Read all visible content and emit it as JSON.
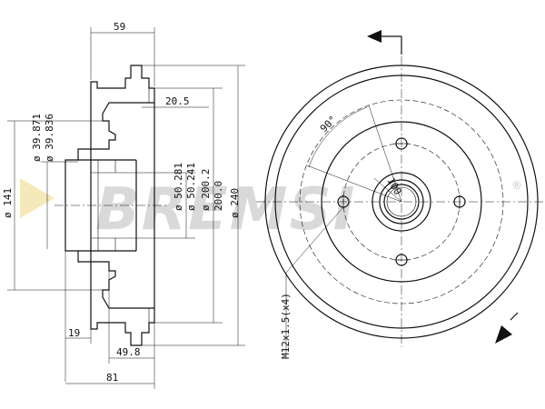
{
  "brand": "BREMSI",
  "brand_mark": "®",
  "watermark_color": "#d9d9d9",
  "line_color": "#111111",
  "dimensions": {
    "top_width": "59",
    "flange": "20.5",
    "bore_max": "ø 39.871",
    "bore_min": "ø 39.836",
    "pcd": "ø 141",
    "hub_max": "ø 50.281",
    "hub_min": "ø 50.241",
    "drum_max": "ø 200.2",
    "drum_min": "200.0",
    "outer": "ø 240",
    "offset": "19",
    "depth_inner": "49.8",
    "total_height": "81",
    "bolt_circle": "100",
    "angle": "90°",
    "thread": "M12x1.5(x4)"
  }
}
